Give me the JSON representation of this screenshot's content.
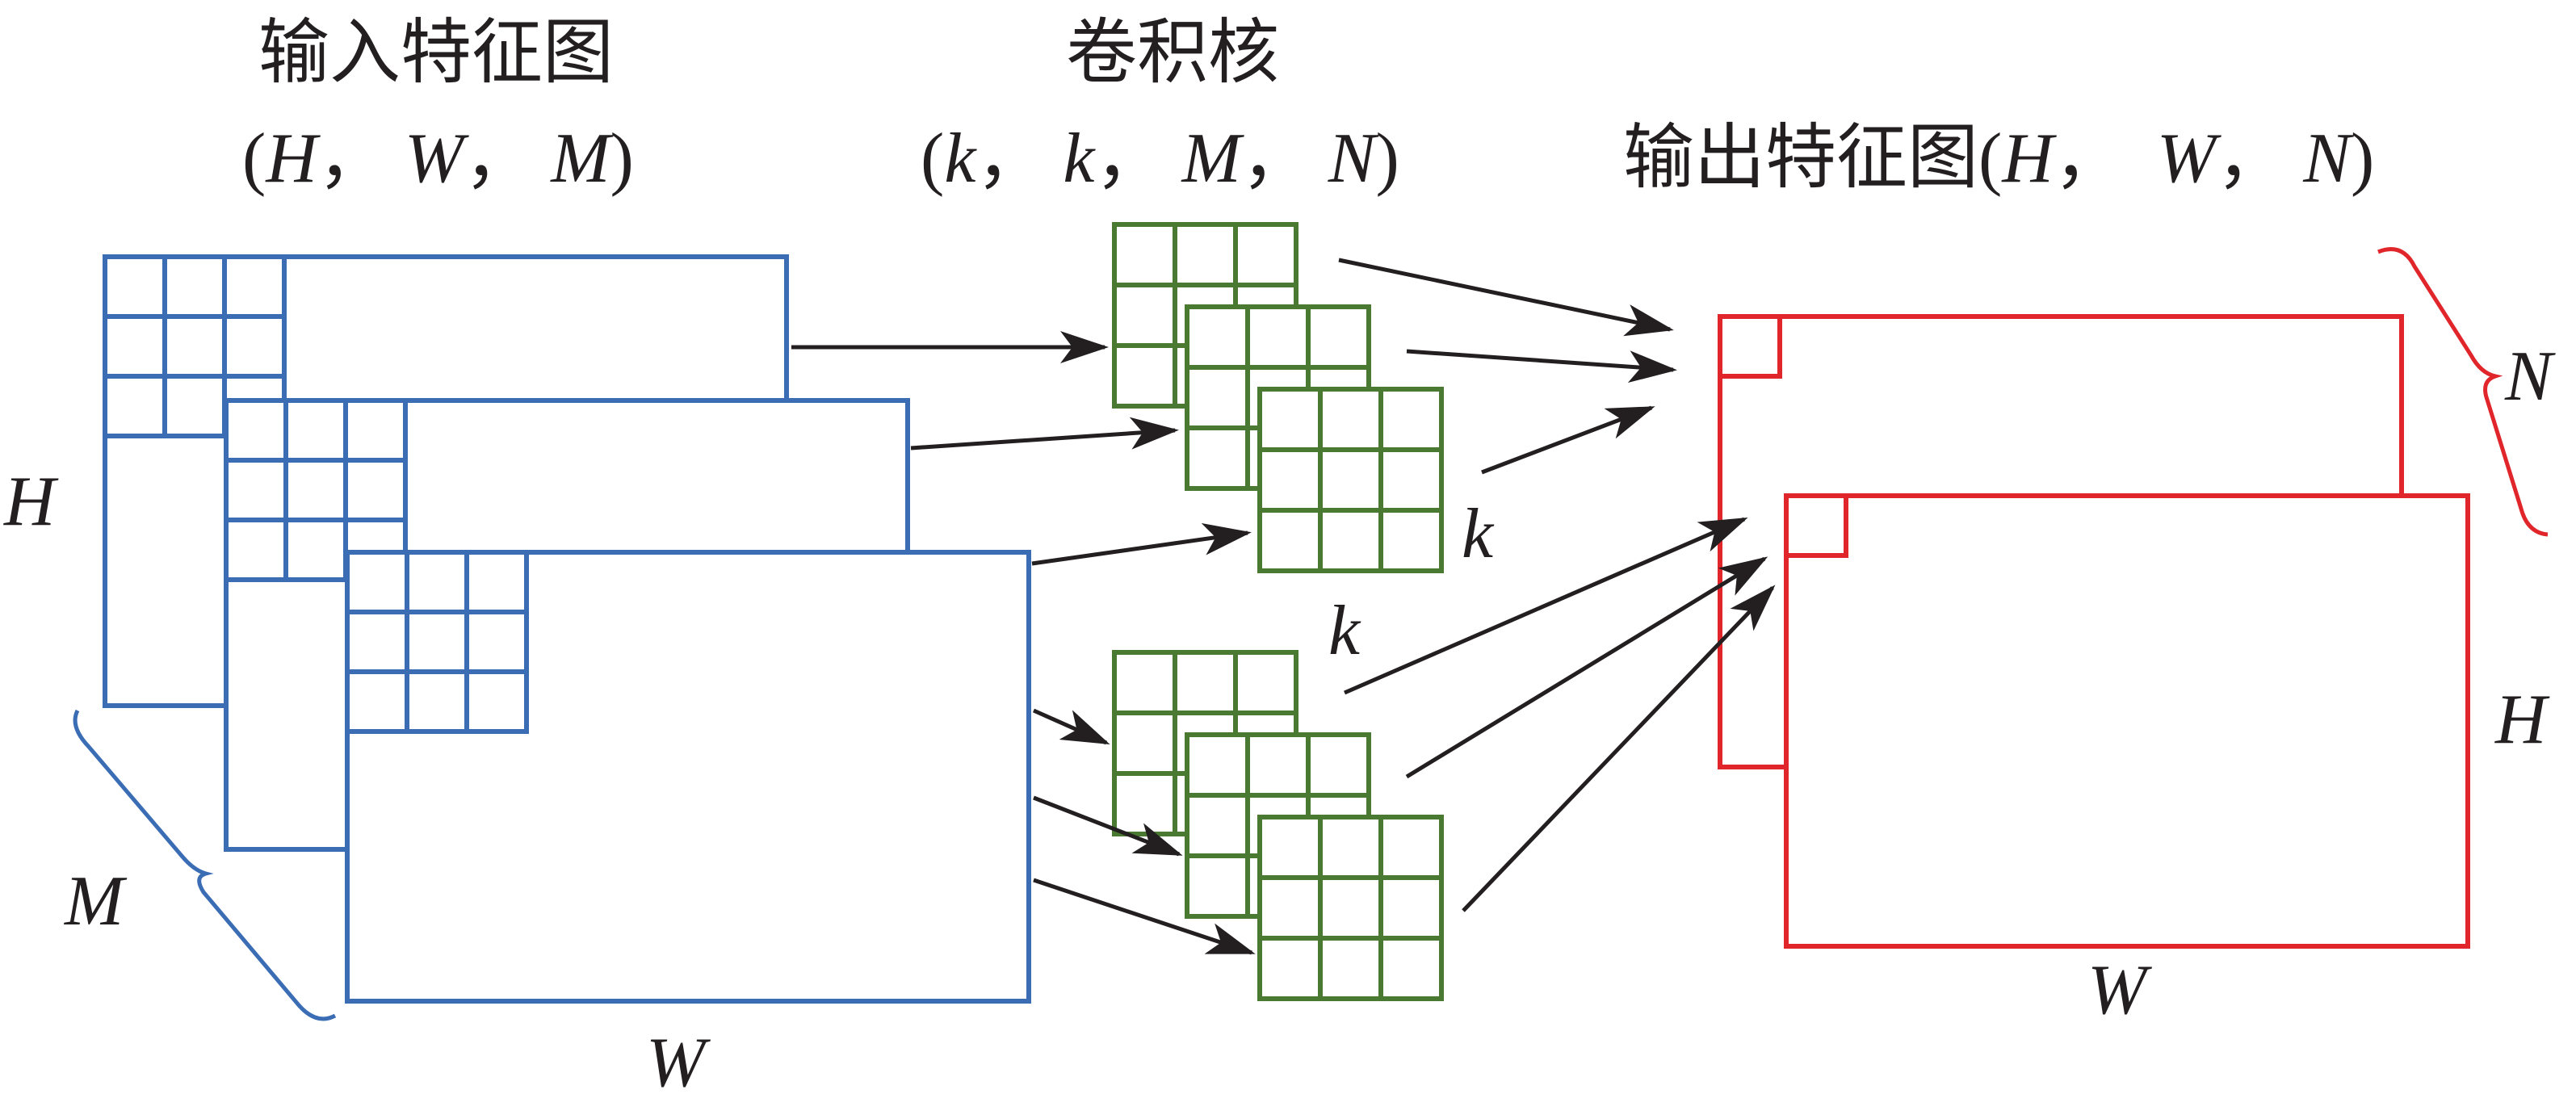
{
  "input_map": {
    "title": "输入特征图",
    "dims": {
      "open": "(",
      "a": "H",
      "sep1": "，",
      "b": "W",
      "sep2": "，",
      "c": "M",
      "close": ")"
    },
    "label_height": "H",
    "label_width": "W",
    "label_depth": "M"
  },
  "kernel": {
    "title": "卷积核",
    "dims": {
      "open": "(",
      "a": "k",
      "sep1": "，",
      "b": "k",
      "sep2": "，",
      "c": "M",
      "sep3": "，",
      "d": "N",
      "close": ")"
    },
    "label_side": "k",
    "label_bottom": "k"
  },
  "output_map": {
    "title": "输出特征图",
    "dims": {
      "open": "(",
      "a": "H",
      "sep1": "，",
      "b": "W",
      "sep2": "，",
      "c": "N",
      "close": ")"
    },
    "label_depth": "N",
    "label_height": "H",
    "label_width": "W"
  },
  "colors": {
    "input": "#3b6db5",
    "kernel": "#4a7a32",
    "output": "#e0262b",
    "arrow": "#231f20",
    "text": "#231f20"
  }
}
